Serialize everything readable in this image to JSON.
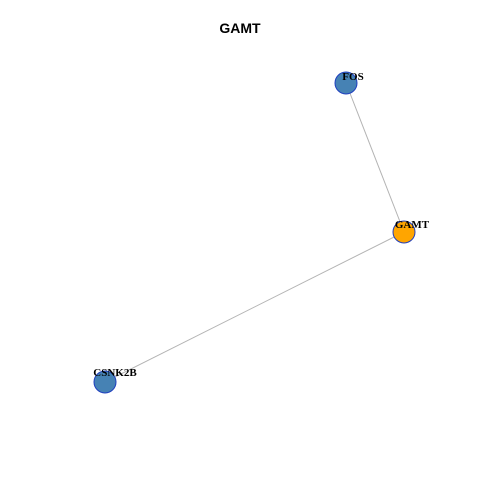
{
  "title": "GAMT",
  "colors": {
    "edge": "#b3b3b3",
    "node_stroke": "#1f3fbf",
    "node_default": "#4682b4",
    "node_focus": "#ffa500"
  },
  "nodes": [
    {
      "id": "FOS",
      "label": "FOS",
      "focus": false
    },
    {
      "id": "GAMT",
      "label": "GAMT",
      "focus": true
    },
    {
      "id": "CSNK2B",
      "label": "CSNK2B",
      "focus": false
    }
  ],
  "edges": [
    {
      "source": "FOS",
      "target": "GAMT"
    },
    {
      "source": "GAMT",
      "target": "CSNK2B"
    }
  ]
}
